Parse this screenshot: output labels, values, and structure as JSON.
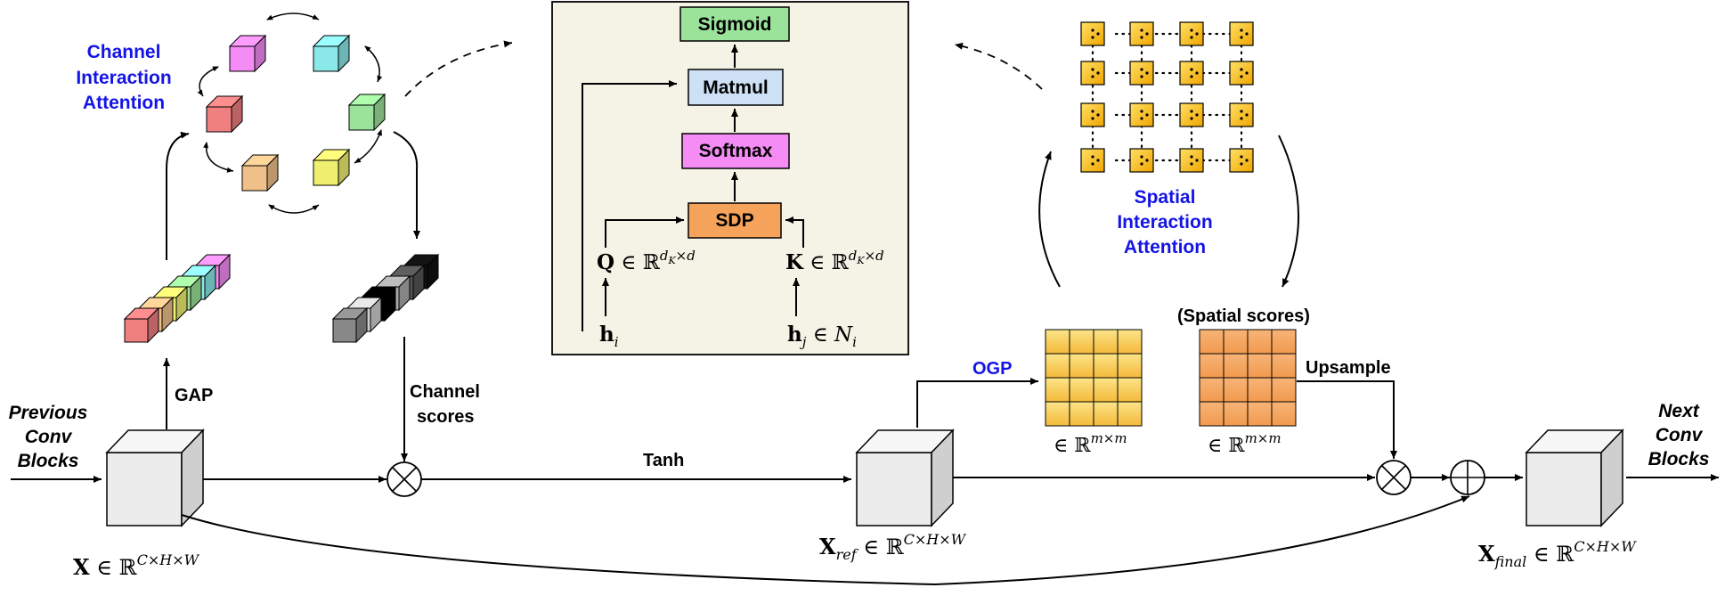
{
  "labels": {
    "previous_conv": [
      "Previous",
      "Conv",
      "Blocks"
    ],
    "next_conv": [
      "Next",
      "Conv",
      "Blocks"
    ],
    "gap": "GAP",
    "channel_scores": [
      "Channel",
      "scores"
    ],
    "tanh": "Tanh",
    "ogp": "OGP",
    "upsample": "Upsample",
    "spatial_scores": "(Spatial scores)",
    "channel_attention": [
      "Channel",
      "Interaction",
      "Attention"
    ],
    "spatial_attention": [
      "Spatial",
      "Interaction",
      "Attention"
    ]
  },
  "math": {
    "x_input": {
      "base": "X",
      "rel": " ∈ ",
      "set": "ℝ",
      "sup": "C×H×W"
    },
    "x_ref": {
      "base": "X",
      "sub": "ref",
      "rel": " ∈ ",
      "set": "ℝ",
      "sup": "C×H×W"
    },
    "x_final": {
      "base": "X",
      "sub": "final",
      "rel": " ∈ ",
      "set": "ℝ",
      "sup": "C×H×W"
    },
    "ogp_dim": {
      "rel": "∈ ",
      "set": "ℝ",
      "sup": "m×m"
    },
    "spatial_dim": {
      "rel": "∈ ",
      "set": "ℝ",
      "sup": "m×m"
    },
    "q": {
      "base": "Q",
      "rel": " ∈ ",
      "set": "ℝ",
      "sup_base": "d",
      "sup_sub": "K",
      "sup_rest": "×d"
    },
    "k": {
      "base": "K",
      "rel": " ∈ ",
      "set": "ℝ",
      "sup_base": "d",
      "sup_sub": "K",
      "sup_rest": "×d"
    },
    "h_i": {
      "base": "h",
      "sub": "i"
    },
    "h_j": {
      "base": "h",
      "sub": "j",
      "rel": " ∈ ",
      "set_base": "N",
      "set_sub": "i"
    }
  },
  "inset": {
    "sigmoid": "Sigmoid",
    "matmul": "Matmul",
    "softmax": "Softmax",
    "sdp": "SDP"
  },
  "colors": {
    "sigmoid": "#9be39b",
    "matmul": "#cde0f5",
    "softmax": "#f58cf5",
    "sdp": "#f5a35a",
    "inset_bg": "#f5f2e6",
    "blue_text": "#1414e6",
    "ogp_grid": "#f5c94a",
    "spatial_grid": "#f5a862",
    "cube_face": "#eaeaea"
  },
  "channel_cube_colors": [
    "#f07f80",
    "#f0c08a",
    "#f0f070",
    "#9be39b",
    "#8ae8e8",
    "#f58cf5"
  ],
  "channel_score_colors": [
    "#888888",
    "#d0d0d0",
    "#000000",
    "#aaaaaa",
    "#555555",
    "#111111"
  ],
  "ring_cube_colors": {
    "magenta": "#f58cf5",
    "cyan": "#8ae8e8",
    "red": "#f07f80",
    "green": "#9be39b",
    "peach": "#f0c08a",
    "yellow": "#f0f070"
  }
}
